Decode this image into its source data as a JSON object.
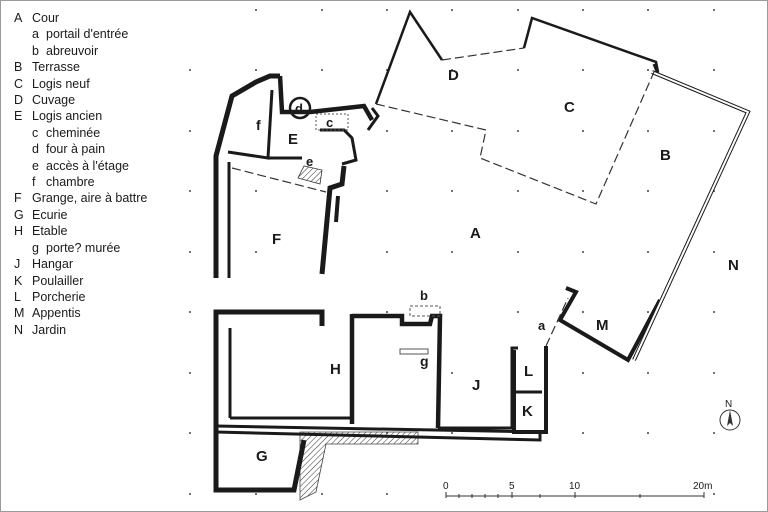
{
  "legend": [
    {
      "key": "A",
      "label": "Cour",
      "indent": false
    },
    {
      "key": "a",
      "label": "portail d'entrée",
      "indent": true
    },
    {
      "key": "b",
      "label": "abreuvoir",
      "indent": true
    },
    {
      "key": "B",
      "label": "Terrasse",
      "indent": false
    },
    {
      "key": "C",
      "label": "Logis neuf",
      "indent": false
    },
    {
      "key": "D",
      "label": "Cuvage",
      "indent": false
    },
    {
      "key": "E",
      "label": "Logis ancien",
      "indent": false
    },
    {
      "key": "c",
      "label": "cheminée",
      "indent": true
    },
    {
      "key": "d",
      "label": "four à pain",
      "indent": true
    },
    {
      "key": "e",
      "label": "accès à l'étage",
      "indent": true
    },
    {
      "key": "f",
      "label": "chambre",
      "indent": true
    },
    {
      "key": "F",
      "label": "Grange, aire à battre",
      "indent": false
    },
    {
      "key": "G",
      "label": "Ecurie",
      "indent": false
    },
    {
      "key": "H",
      "label": "Etable",
      "indent": false
    },
    {
      "key": "g",
      "label": "porte? murée",
      "indent": true
    },
    {
      "key": "J",
      "label": "Hangar",
      "indent": false
    },
    {
      "key": "K",
      "label": "Poulailler",
      "indent": false
    },
    {
      "key": "L",
      "label": "Porcherie",
      "indent": false
    },
    {
      "key": "M",
      "label": "Appentis",
      "indent": false
    },
    {
      "key": "N",
      "label": "Jardin",
      "indent": false
    }
  ],
  "plan_labels": {
    "A": "A",
    "B": "B",
    "C": "C",
    "D": "D",
    "E": "E",
    "F": "F",
    "G": "G",
    "H": "H",
    "J": "J",
    "K": "K",
    "L": "L",
    "M": "M",
    "N": "N",
    "a": "a",
    "b": "b",
    "c": "c",
    "d": "d",
    "e": "e",
    "f": "f",
    "g": "g"
  },
  "north": "N",
  "scale": {
    "ticks": [
      "0",
      "5",
      "10",
      "20m"
    ]
  }
}
